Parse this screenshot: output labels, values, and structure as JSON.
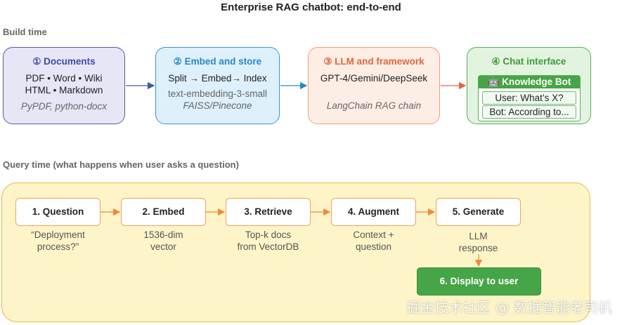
{
  "title": "Enterprise RAG chatbot: end-to-end",
  "build": {
    "label": "Build time",
    "cards": [
      {
        "head": "① Documents",
        "lines": [
          "PDF • Word • Wiki",
          "HTML • Markdown"
        ],
        "note": "PyPDF, python-docx"
      },
      {
        "head": "② Embed and store",
        "lines": [
          "Split → Embed→ Index"
        ],
        "notes": [
          "text-embedding-3-small",
          "FAISS/Pinecone"
        ]
      },
      {
        "head": "③ LLM and framework",
        "lines": [
          "GPT-4/Gemini/DeepSeek"
        ],
        "note": "LangChain RAG chain"
      },
      {
        "head": "④ Chat interface",
        "bot_title": "🤖 Knowledge Bot",
        "user_msg": "User: What’s X?",
        "bot_msg": "Bot: According to..."
      }
    ]
  },
  "query": {
    "label": "Query time (what happens when user asks a question)",
    "steps": [
      {
        "label": "1. Question",
        "sub": [
          "“Deployment",
          "process?”"
        ]
      },
      {
        "label": "2. Embed",
        "sub": [
          "1536-dim",
          "vector"
        ]
      },
      {
        "label": "3. Retrieve",
        "sub": [
          "Top-k docs",
          "from VectorDB"
        ]
      },
      {
        "label": "4. Augment",
        "sub": [
          "Context +",
          "question"
        ]
      },
      {
        "label": "5. Generate",
        "sub": [
          "LLM",
          "response"
        ]
      }
    ],
    "final": "6. Display to user"
  },
  "watermark": "掘金技术社区 @ 数据智能老司机",
  "colors": {
    "documents": "#e6e6f6",
    "documents_border": "#5a5aa6",
    "documents_head": "#3f4aa8",
    "embed": "#ddf0fb",
    "embed_border": "#3a95cf",
    "embed_head": "#2b86c7",
    "llm": "#fdeee5",
    "llm_border": "#f0a070",
    "llm_head": "#e0663a",
    "chat": "#e2f4df",
    "chat_border": "#5aae57",
    "chat_head": "#3e9a3b",
    "query_bg": "#fdf5c8",
    "query_border": "#e8b84a",
    "arrow": "#f08a3c",
    "final": "#46a546"
  }
}
